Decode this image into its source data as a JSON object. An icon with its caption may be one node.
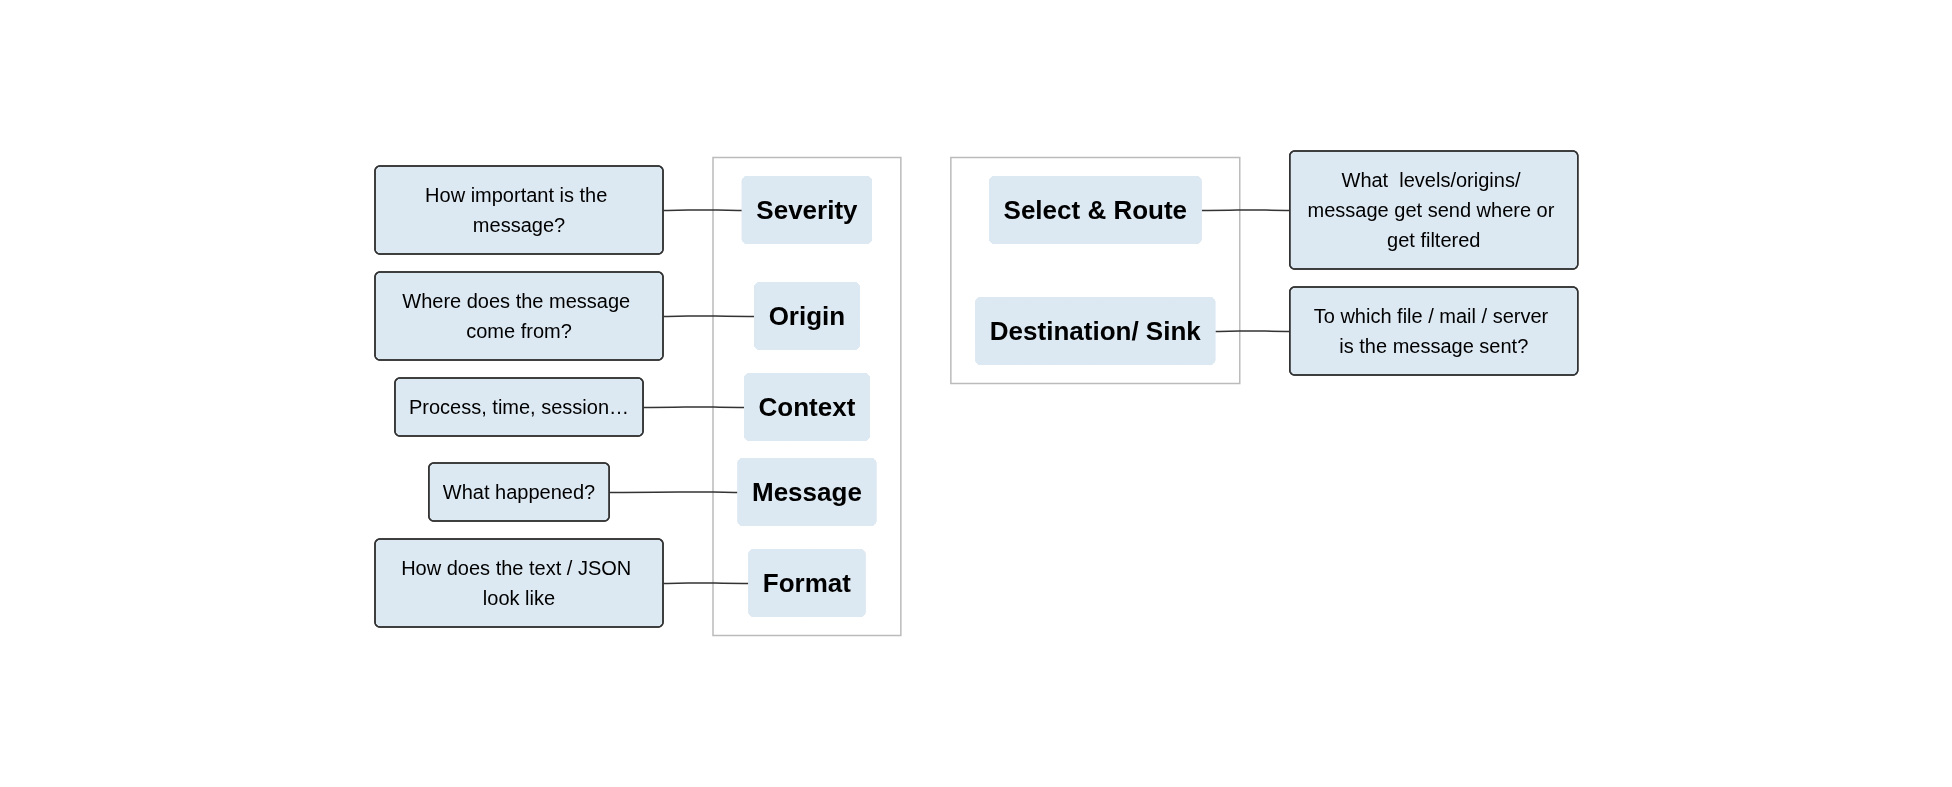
{
  "diagram": {
    "nodes": [
      {
        "text": [],
        "shape": "box"
      },
      {
        "text": [
          "Severity"
        ],
        "in": 0
      },
      {
        "text": [
          "Origin"
        ],
        "in": 0
      },
      {
        "text": [
          "Context"
        ],
        "in": 0
      },
      {
        "text": [
          "Message"
        ],
        "in": 0
      },
      {
        "text": [
          "Format"
        ],
        "in": 0
      },
      {
        "text": [],
        "shape": "box"
      },
      {
        "text": [
          "Select & Route"
        ],
        "in": 6
      },
      {
        "text": [
          "Destination/ Sink"
        ],
        "in": 6
      },
      {
        "text": [
          "How important is the message?"
        ]
      },
      {
        "text": [
          "Where does the message come from?"
        ]
      },
      {
        "text": [
          "Process, time, session…"
        ]
      },
      {
        "text": [
          "What happened?"
        ]
      },
      {
        "text": [
          "How does the text / JSON look like"
        ]
      },
      {
        "text": [
          "What  levels/origins/ message get send where or get filtered"
        ]
      },
      {
        "text": [
          "To which file / mail / server is the message sent?"
        ]
      }
    ],
    "edges": [
      {
        "from": 9,
        "to": 1,
        "arrow": "none"
      },
      {
        "from": 10,
        "to": 2,
        "arrow": "none"
      },
      {
        "from": 11,
        "to": 3,
        "arrow": "none"
      },
      {
        "from": 12,
        "to": 4,
        "arrow": "none"
      },
      {
        "from": 13,
        "to": 5,
        "arrow": "none"
      },
      {
        "from": 7,
        "to": 14,
        "arrow": "none"
      },
      {
        "from": 8,
        "to": 15,
        "arrow": "none"
      }
    ]
  }
}
